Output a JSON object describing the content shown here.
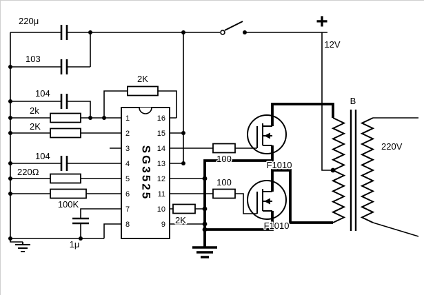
{
  "schematic": {
    "labels": {
      "cap_220u": "220μ",
      "cap_103": "103",
      "cap_104_top": "104",
      "res_2k_lower": "2k",
      "res_2k_upper": "2K",
      "res_2k_feedback": "2K",
      "cap_104_bottom": "104",
      "res_220ohm": "220Ω",
      "res_100k": "100K",
      "cap_1u": "1μ",
      "res_100_top": "100",
      "res_100_bottom": "100",
      "res_2k_shutdown": "2K",
      "mosfet_top": "F1010",
      "mosfet_bottom": "F1010",
      "plus_terminal": "+",
      "supply_voltage": "12V",
      "transformer": "B",
      "output_voltage": "220V"
    },
    "ic": {
      "part_number": "SG3525",
      "pins_left": [
        "1",
        "2",
        "3",
        "4",
        "5",
        "6",
        "7",
        "8"
      ],
      "pins_right": [
        "16",
        "15",
        "14",
        "13",
        "12",
        "11",
        "10",
        "9"
      ]
    }
  }
}
